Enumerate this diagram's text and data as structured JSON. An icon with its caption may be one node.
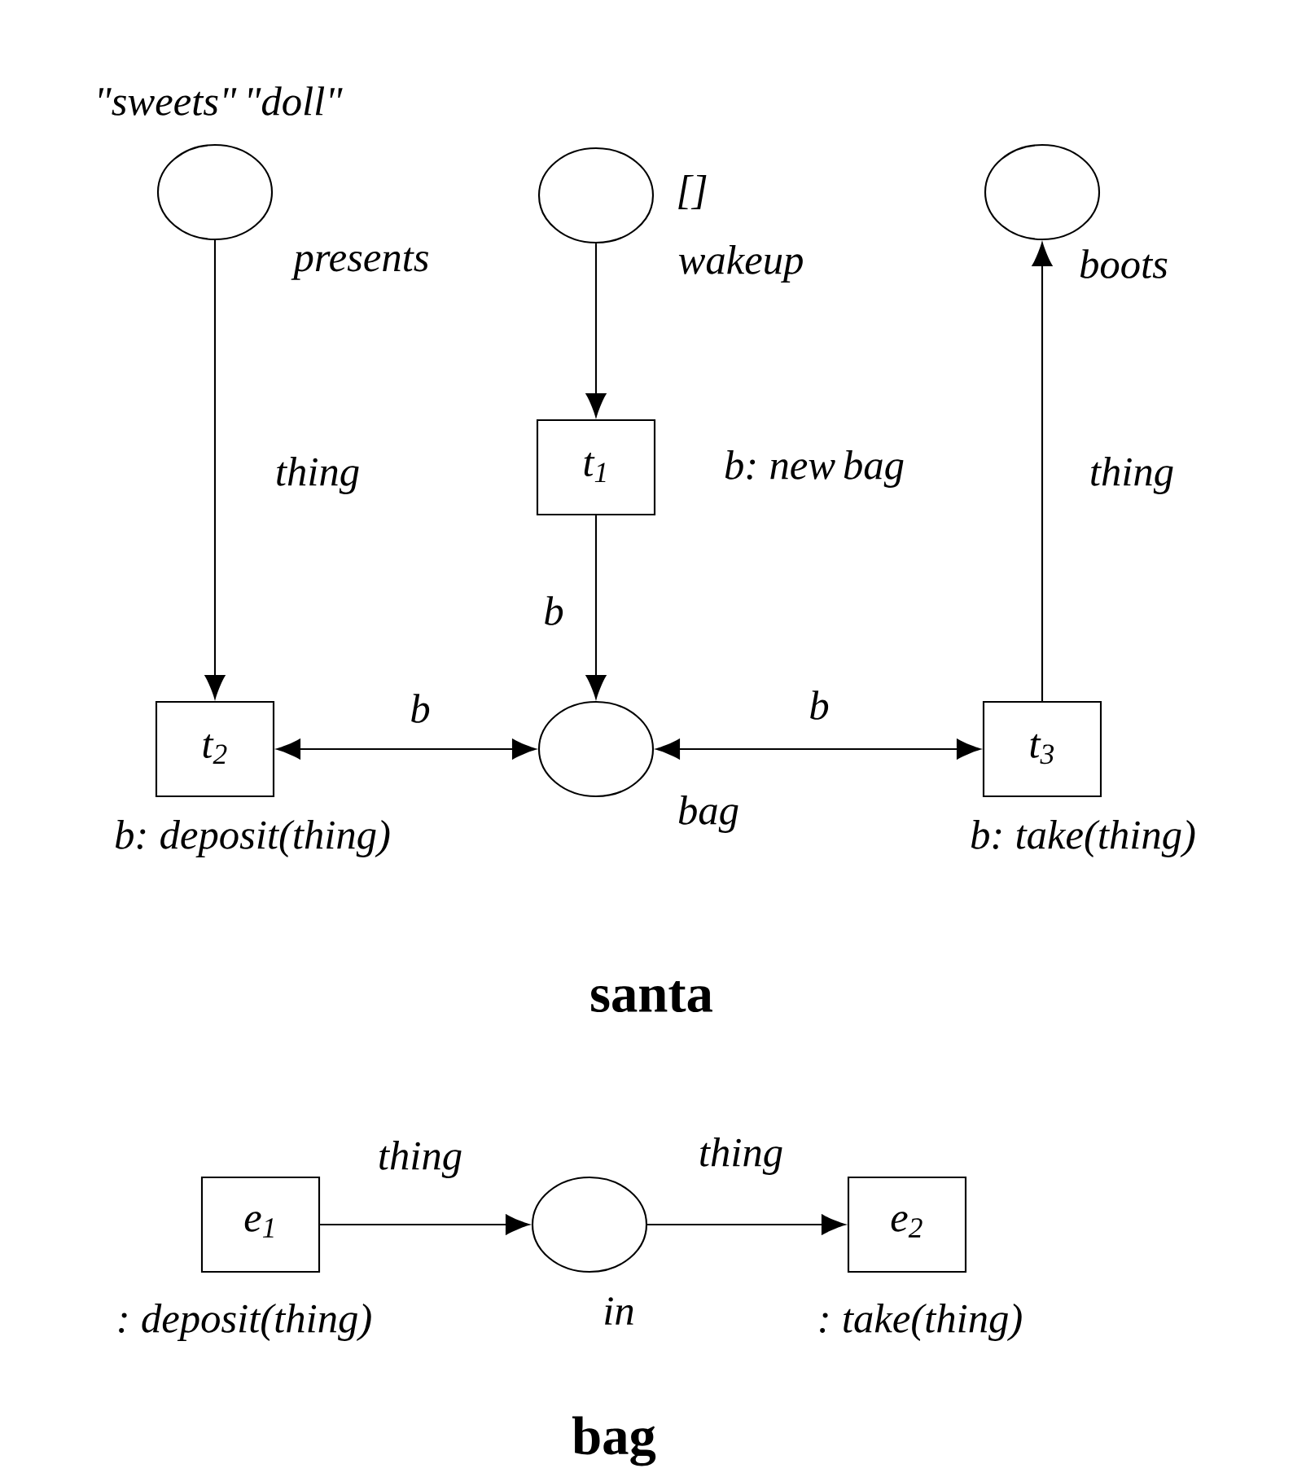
{
  "diagram": {
    "nodes": [
      {
        "text": [],
        "shape": "circle",
        "beside": [
          "\"sweets\" \"doll\"",
          "presents"
        ]
      },
      {
        "text": [],
        "shape": "circle",
        "beside": [
          "[]",
          "wakeup"
        ]
      },
      {
        "text": [],
        "shape": "circle",
        "beside": [
          "boots"
        ]
      },
      {
        "text": [
          "t$_{1}$"
        ],
        "beside": [
          "b: new bag"
        ]
      },
      {
        "text": [
          "t$_{2}$"
        ],
        "beside": [
          "b: deposit(thing)"
        ]
      },
      {
        "text": [],
        "shape": "circle",
        "beside": [
          "bag"
        ]
      },
      {
        "text": [
          "t$_{3}$"
        ],
        "beside": [
          "b: take(thing)"
        ]
      },
      {
        "text": [
          "e$_{1}$"
        ],
        "beside": [
          ": deposit(thing)"
        ]
      },
      {
        "text": [],
        "shape": "circle",
        "beside": [
          "in"
        ]
      },
      {
        "text": [
          "e$_{2}$"
        ],
        "beside": [
          ": take(thing)"
        ]
      }
    ],
    "edges": [
      {
        "from": 0,
        "to": 4,
        "arrow": "to",
        "label": "thing"
      },
      {
        "from": 1,
        "to": 3,
        "arrow": "to"
      },
      {
        "from": 3,
        "to": 5,
        "arrow": "to",
        "label": "b"
      },
      {
        "from": 4,
        "to": 5,
        "arrow": "both",
        "label": "b"
      },
      {
        "from": 5,
        "to": 6,
        "arrow": "both",
        "label": "b"
      },
      {
        "from": 6,
        "to": 2,
        "arrow": "to",
        "label": "thing"
      },
      {
        "from": 7,
        "to": 8,
        "arrow": "to",
        "label": "thing"
      },
      {
        "from": 8,
        "to": 9,
        "arrow": "to",
        "label": "thing"
      }
    ],
    "labels": [
      "santa",
      "bag"
    ]
  }
}
